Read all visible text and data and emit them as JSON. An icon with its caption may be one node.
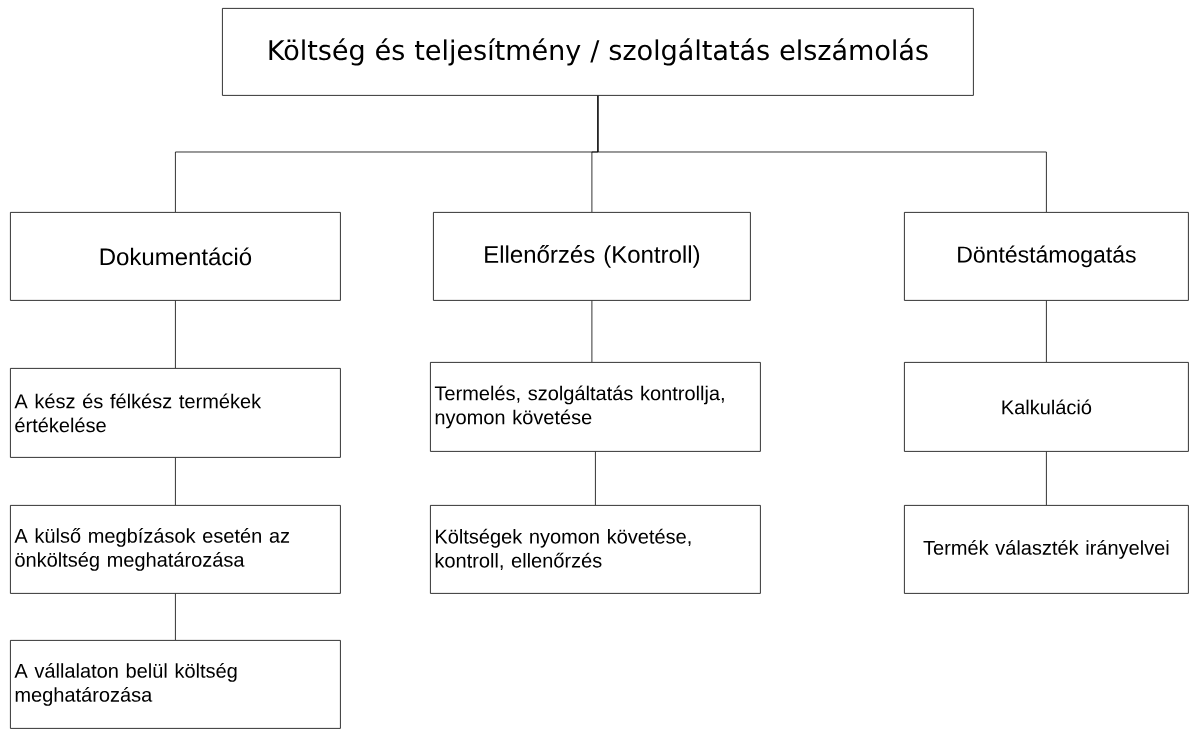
{
  "diagram": {
    "nodes": [
      {
        "text": [
          "Költség és teljesítmény / szolgáltatás elszámolás"
        ]
      },
      {
        "text": [
          "Dokumentáció"
        ]
      },
      {
        "text": [
          "Ellenőrzés (Kontroll)"
        ]
      },
      {
        "text": [
          "Döntéstámogatás"
        ]
      },
      {
        "text": [
          "A kész és félkész termékek értékelése"
        ]
      },
      {
        "text": [
          "Termelés, szolgáltatás kontrollja, nyomon követése"
        ]
      },
      {
        "text": [
          "Kalkuláció"
        ]
      },
      {
        "text": [
          "A külső megbízások esetén az önköltség meghatározása"
        ]
      },
      {
        "text": [
          "Költségek nyomon követése, kontroll, ellenőrzés"
        ]
      },
      {
        "text": [
          "Termék választék irányelvei"
        ]
      },
      {
        "text": [
          "A vállalaton belül költség meghatározása"
        ]
      }
    ],
    "edges": [
      {
        "from": 0,
        "to": 1,
        "arrow": "none"
      },
      {
        "from": 0,
        "to": 2,
        "arrow": "none"
      },
      {
        "from": 0,
        "to": 3,
        "arrow": "none"
      },
      {
        "from": 1,
        "to": 4,
        "arrow": "none"
      },
      {
        "from": 2,
        "to": 5,
        "arrow": "none"
      },
      {
        "from": 3,
        "to": 6,
        "arrow": "none"
      },
      {
        "from": 4,
        "to": 7,
        "arrow": "none"
      },
      {
        "from": 5,
        "to": 8,
        "arrow": "none"
      },
      {
        "from": 6,
        "to": 9,
        "arrow": "none"
      },
      {
        "from": 7,
        "to": 10,
        "arrow": "none"
      }
    ]
  }
}
